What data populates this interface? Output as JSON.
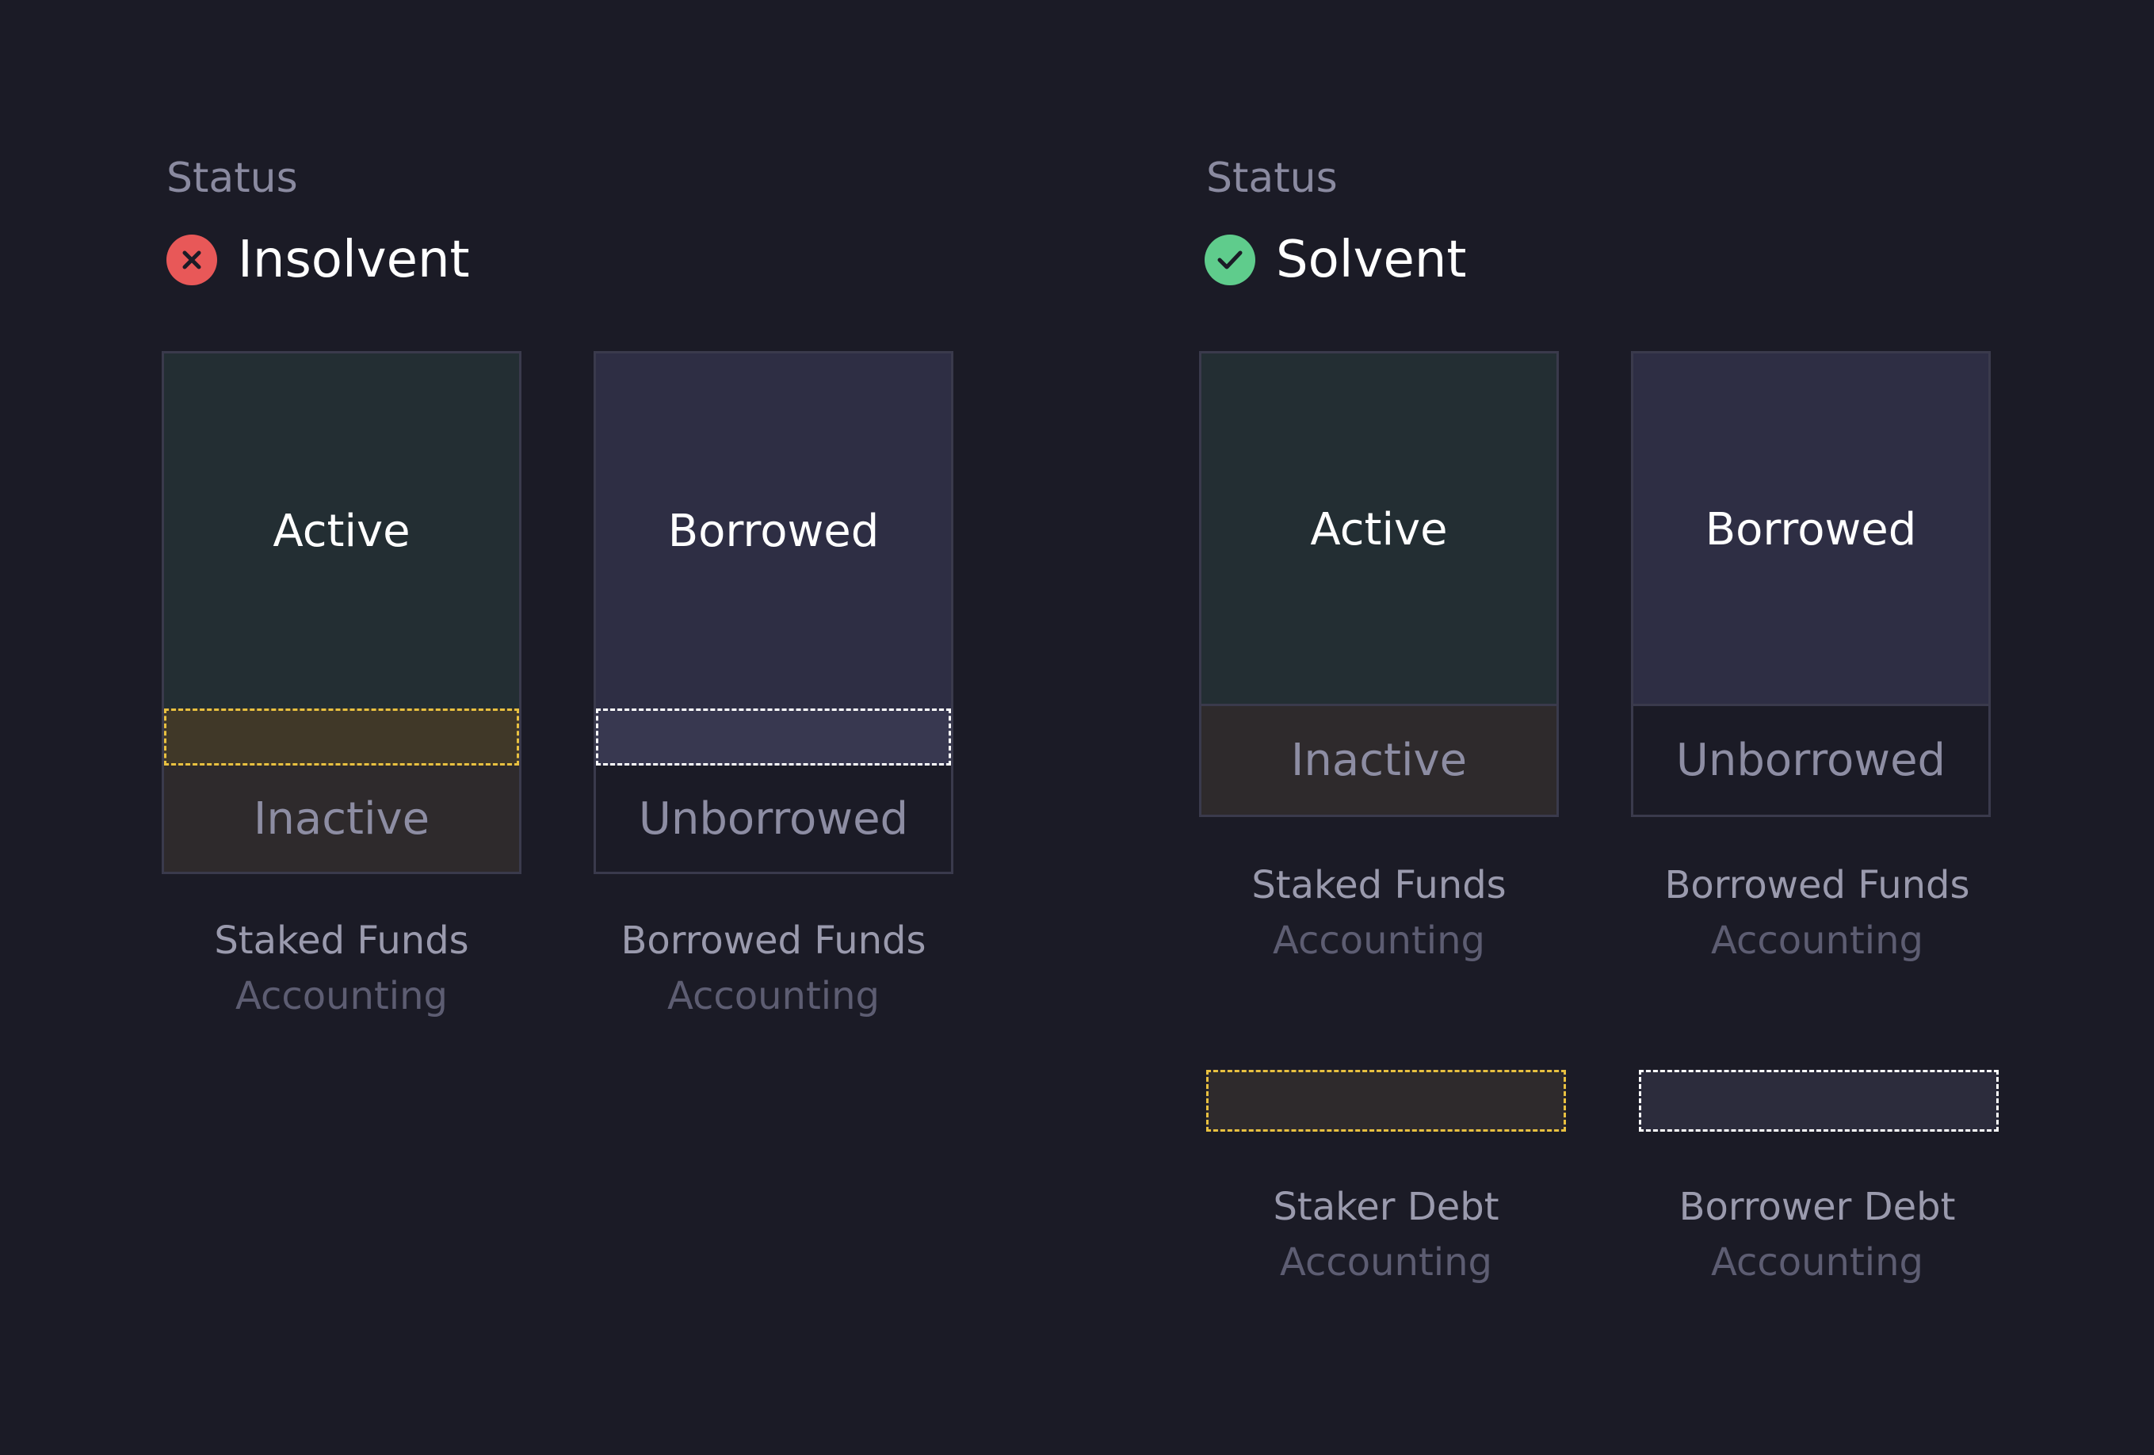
{
  "left": {
    "status_label": "Status",
    "status_text": "Insolvent",
    "status_icon": "x-mark-icon",
    "status_color": "#e85858",
    "staked": {
      "active": "Active",
      "inactive": "Inactive"
    },
    "borrowed": {
      "borrowed": "Borrowed",
      "unborrowed": "Unborrowed"
    },
    "captions": [
      {
        "title": "Staked Funds",
        "sub": "Accounting"
      },
      {
        "title": "Borrowed Funds",
        "sub": "Accounting"
      }
    ]
  },
  "right": {
    "status_label": "Status",
    "status_text": "Solvent",
    "status_icon": "check-mark-icon",
    "status_color": "#5fcc8c",
    "staked": {
      "active": "Active",
      "inactive": "Inactive"
    },
    "borrowed": {
      "borrowed": "Borrowed",
      "unborrowed": "Unborrowed"
    },
    "captions": [
      {
        "title": "Staked Funds",
        "sub": "Accounting"
      },
      {
        "title": "Borrowed Funds",
        "sub": "Accounting"
      }
    ],
    "debt_captions": [
      {
        "title": "Staker Debt",
        "sub": "Accounting"
      },
      {
        "title": "Borrower Debt",
        "sub": "Accounting"
      }
    ]
  },
  "colors": {
    "background": "#1b1b26",
    "active_fill": "#232e33",
    "borrowed_fill": "#2e2e44",
    "inactive_fill": "#2e2a2c",
    "unborrowed_fill": "#1b1b26",
    "staker_debt_dash": "#e8c040",
    "borrower_debt_dash": "#ffffff"
  }
}
